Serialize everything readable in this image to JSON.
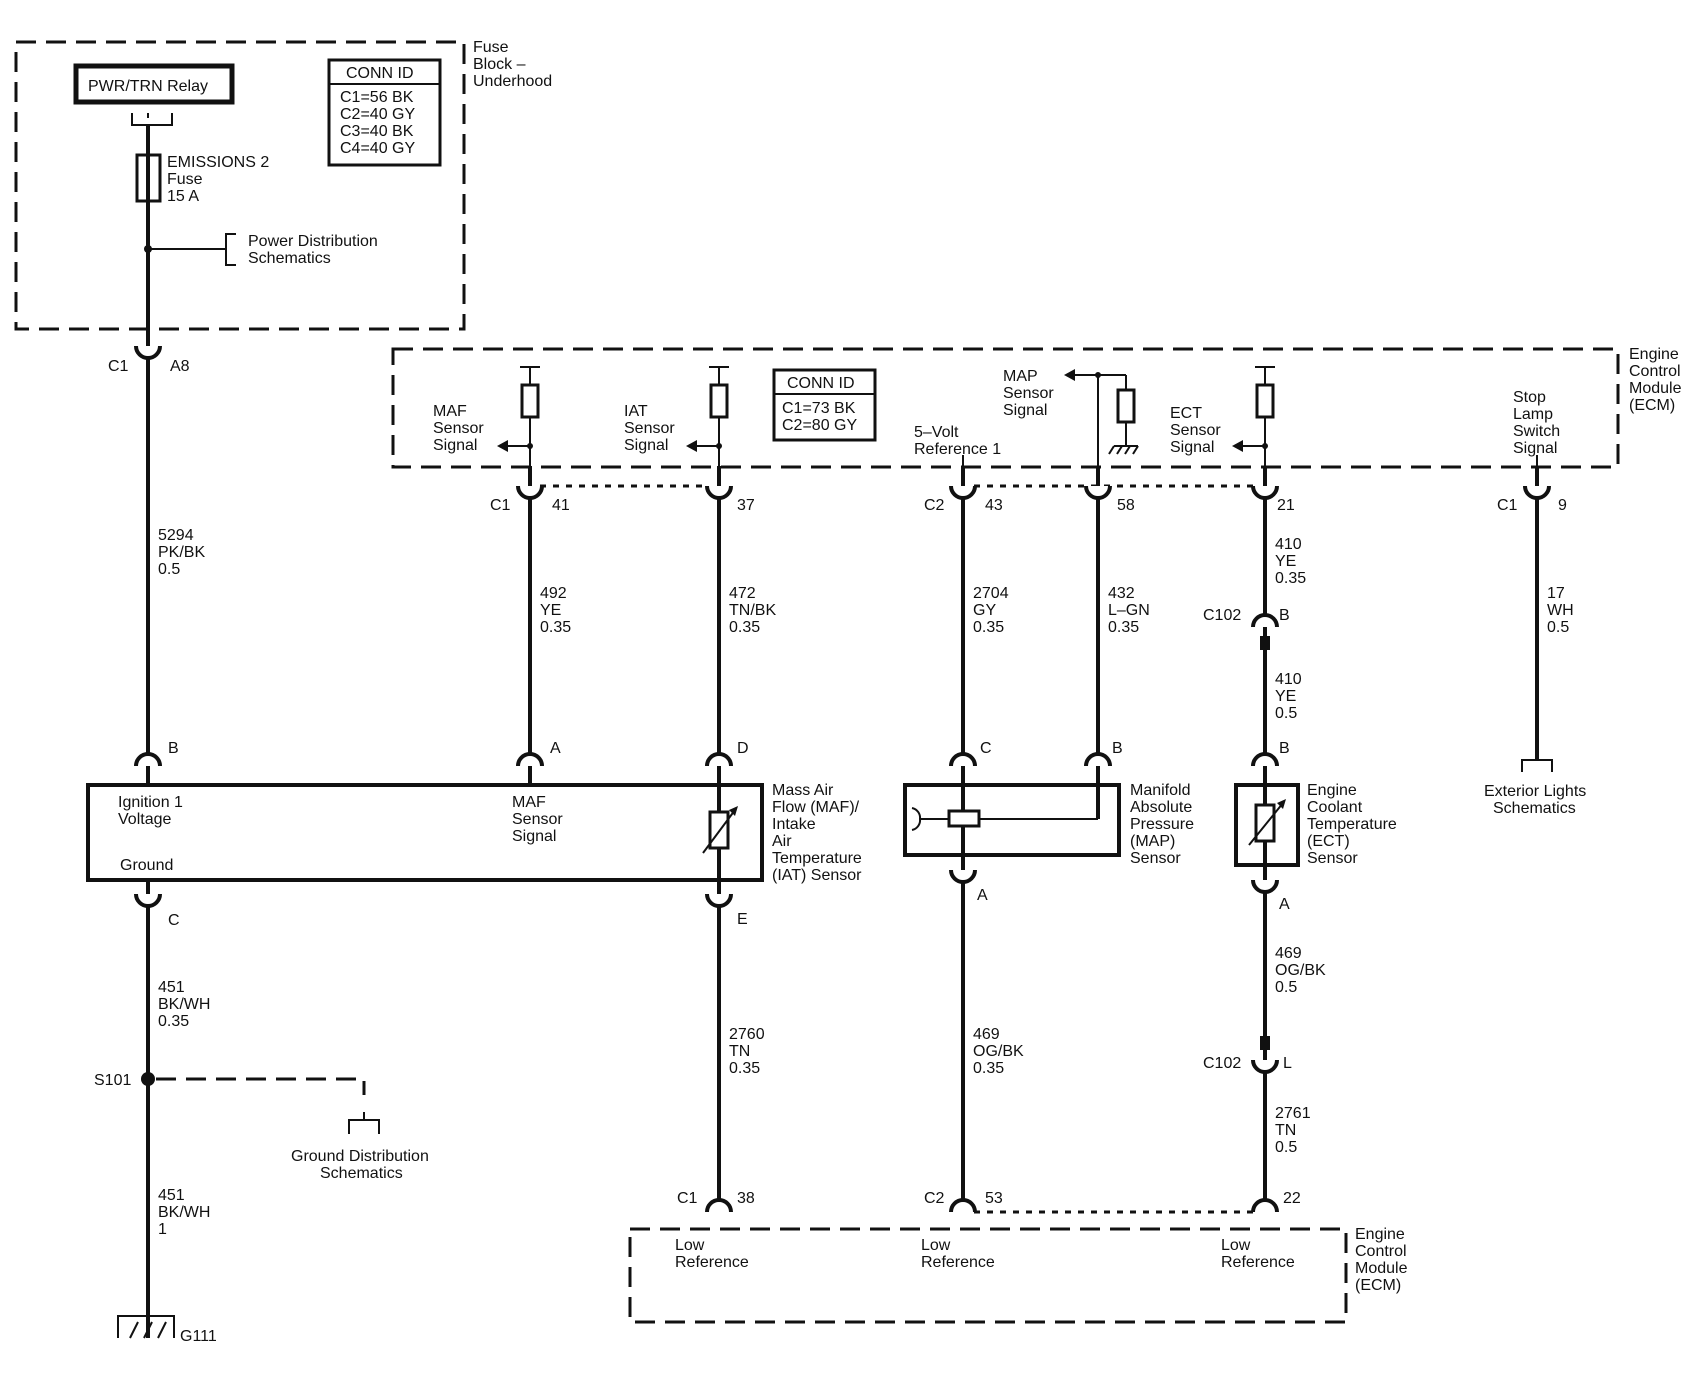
{
  "fuse_block": {
    "label": [
      "Fuse",
      "Block –",
      "Underhood"
    ],
    "relay": "PWR/TRN Relay",
    "fuse": [
      "EMISSIONS 2",
      "Fuse",
      "15 A"
    ],
    "power_ref": [
      "Power Distribution",
      "Schematics"
    ],
    "conn_title": "CONN ID",
    "conn_ids": [
      "C1=56 BK",
      "C2=40 GY",
      "C3=40 BK",
      "C4=40 GY"
    ]
  },
  "ecm_top": {
    "label": [
      "Engine",
      "Control",
      "Module",
      "(ECM)"
    ],
    "conn_title": "CONN ID",
    "conn_ids": [
      "C1=73 BK",
      "C2=80 GY"
    ],
    "maf_signal": [
      "MAF",
      "Sensor",
      "Signal"
    ],
    "iat_signal": [
      "IAT",
      "Sensor",
      "Signal"
    ],
    "ref_5v": [
      "5–Volt",
      "Reference 1"
    ],
    "map_signal": [
      "MAP",
      "Sensor",
      "Signal"
    ],
    "ect_signal": [
      "ECT",
      "Sensor",
      "Signal"
    ],
    "stop_lamp": [
      "Stop",
      "Lamp",
      "Switch",
      "Signal"
    ]
  },
  "connectors": {
    "c1": "C1",
    "c2": "C2",
    "a8": "A8",
    "p41": "41",
    "p37": "37",
    "p43": "43",
    "p58": "58",
    "p21": "21",
    "p9": "9",
    "p38": "38",
    "p53": "53",
    "p22": "22",
    "c102": "C102",
    "pin_b": "B",
    "pin_l": "L",
    "pin_a": "A",
    "pin_c": "C",
    "pin_d": "D",
    "pin_e": "E"
  },
  "wires": {
    "w5294": [
      "5294",
      "PK/BK",
      "0.5"
    ],
    "w492": [
      "492",
      "YE",
      "0.35"
    ],
    "w472": [
      "472",
      "TN/BK",
      "0.35"
    ],
    "w2704": [
      "2704",
      "GY",
      "0.35"
    ],
    "w432": [
      "432",
      "L–GN",
      "0.35"
    ],
    "w410a": [
      "410",
      "YE",
      "0.35"
    ],
    "w410b": [
      "410",
      "YE",
      "0.5"
    ],
    "w17": [
      "17",
      "WH",
      "0.5"
    ],
    "w451a": [
      "451",
      "BK/WH",
      "0.35"
    ],
    "w451b": [
      "451",
      "BK/WH",
      "1"
    ],
    "w2760": [
      "2760",
      "TN",
      "0.35"
    ],
    "w469a": [
      "469",
      "OG/BK",
      "0.35"
    ],
    "w469b": [
      "469",
      "OG/BK",
      "0.5"
    ],
    "w2761": [
      "2761",
      "TN",
      "0.5"
    ]
  },
  "maf_sensor": {
    "ign": [
      "Ignition 1",
      "Voltage"
    ],
    "ground": "Ground",
    "signal": [
      "MAF",
      "Sensor",
      "Signal"
    ],
    "name": [
      "Mass Air",
      "Flow (MAF)/",
      "Intake",
      "Air",
      "Temperature",
      "(IAT) Sensor"
    ]
  },
  "map_sensor": {
    "name": [
      "Manifold",
      "Absolute",
      "Pressure",
      "(MAP)",
      "Sensor"
    ]
  },
  "ect_sensor": {
    "name": [
      "Engine",
      "Coolant",
      "Temperature",
      "(ECT)",
      "Sensor"
    ]
  },
  "exterior": [
    "Exterior Lights",
    "Schematics"
  ],
  "splice": "S101",
  "ground_ref": [
    "Ground Distribution",
    "Schematics"
  ],
  "ground": "G111",
  "ecm_bottom": {
    "label": [
      "Engine",
      "Control",
      "Module",
      "(ECM)"
    ],
    "low_ref": [
      "Low",
      "Reference"
    ]
  }
}
